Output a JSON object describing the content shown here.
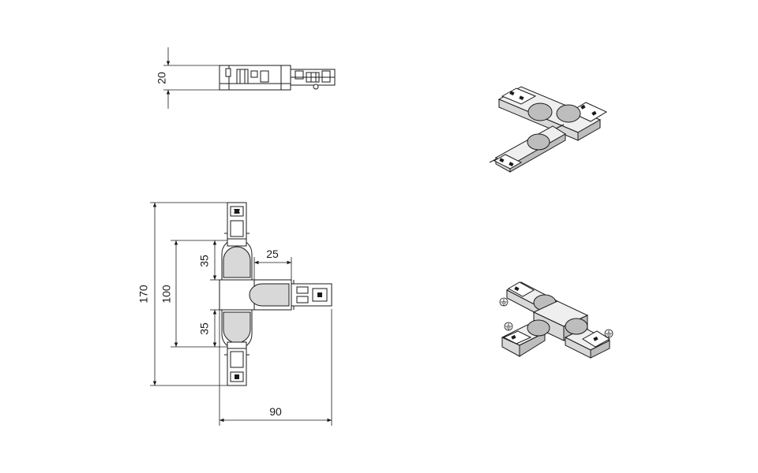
{
  "drawing": {
    "dimensions": {
      "side_height": "20",
      "overall_height": "170",
      "inner_height": "100",
      "upper_arm": "35",
      "lower_arm": "35",
      "branch_offset": "25",
      "overall_width": "90"
    },
    "colors": {
      "line": "#1a1a1a",
      "body_light": "#efefef",
      "body_mid": "#d8d8d8",
      "body_dark": "#bdbdbd"
    }
  }
}
